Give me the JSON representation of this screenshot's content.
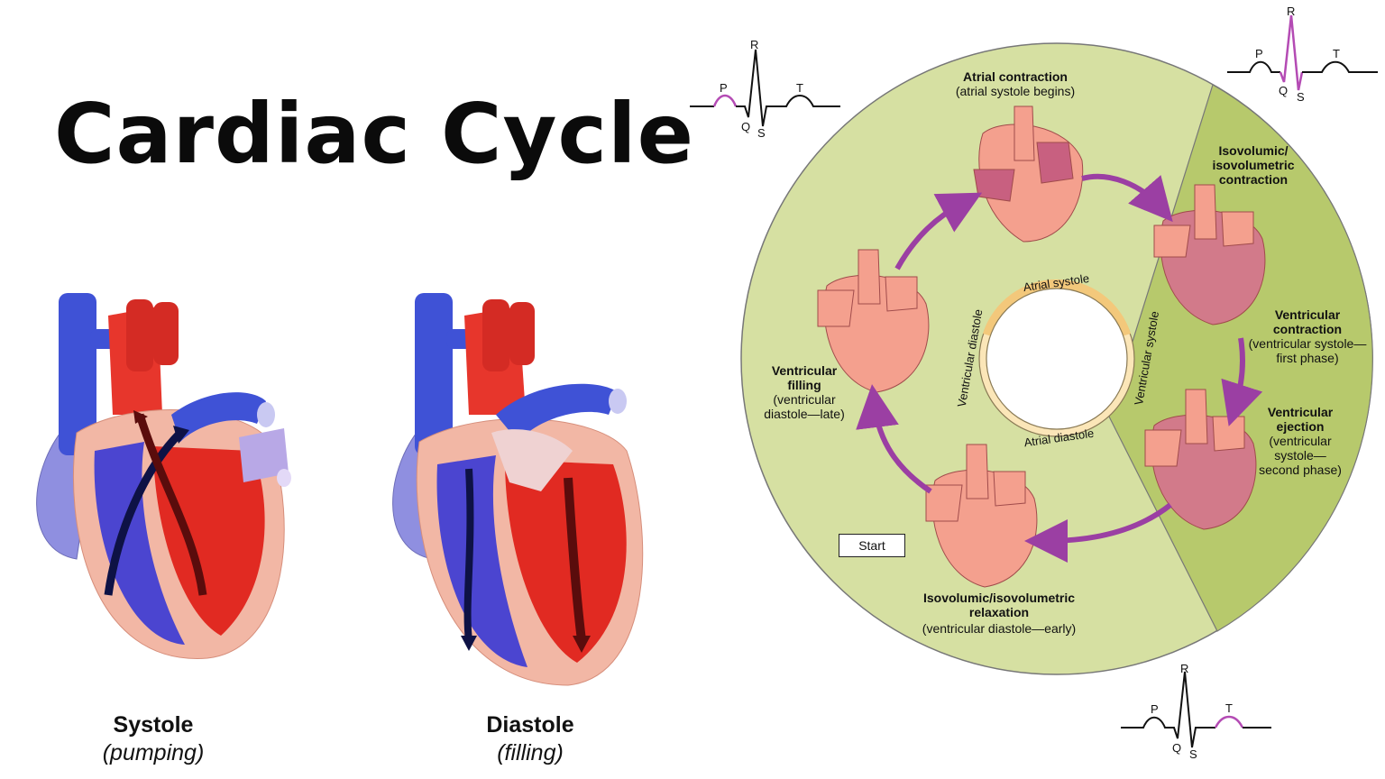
{
  "title": "Cardiac Cycle",
  "hearts": [
    {
      "caption": "Systole",
      "subcaption": "(pumping)"
    },
    {
      "caption": "Diastole",
      "subcaption": "(filling)"
    }
  ],
  "cycle": {
    "inner_ring": {
      "top": "Atrial systole",
      "bottom": "Atrial diastole",
      "left": "Ventricular diastole",
      "right": "Ventricular systole"
    },
    "stages": {
      "atrial_contraction": {
        "title": "Atrial contraction",
        "sub": "(atrial systole begins)"
      },
      "isovolumic_contraction": {
        "l1": "Isovolumic/",
        "l2": "isovolumetric",
        "l3": "contraction"
      },
      "ventricular_contraction": {
        "l1": "Ventricular",
        "l2": "contraction",
        "l3": "(ventricular systole—",
        "l4": "first phase)"
      },
      "ventricular_ejection": {
        "l1": "Ventricular",
        "l2": "ejection",
        "l3": "(ventricular",
        "l4": "systole—",
        "l5": "second phase)"
      },
      "relaxation": {
        "l1": "Isovolumic/isovolumetric",
        "l2": "relaxation",
        "l3": "(ventricular diastole—early)"
      },
      "ventricular_filling": {
        "l1": "Ventricular",
        "l2": "filling",
        "l3": "(ventricular",
        "l4": "diastole—late)"
      }
    },
    "start_label": "Start"
  },
  "ecg_labels": {
    "p": "P",
    "q": "Q",
    "r": "R",
    "s": "S",
    "t": "T"
  },
  "colors": {
    "outer_ring": "#d6e0a2",
    "systole_sector": "#b7c96c",
    "inner_ring": "#fbe6b8",
    "arrow": "#9b3fa3",
    "heart_pink": "#f4a08e",
    "ventricle_dark": "#d27a8a"
  }
}
